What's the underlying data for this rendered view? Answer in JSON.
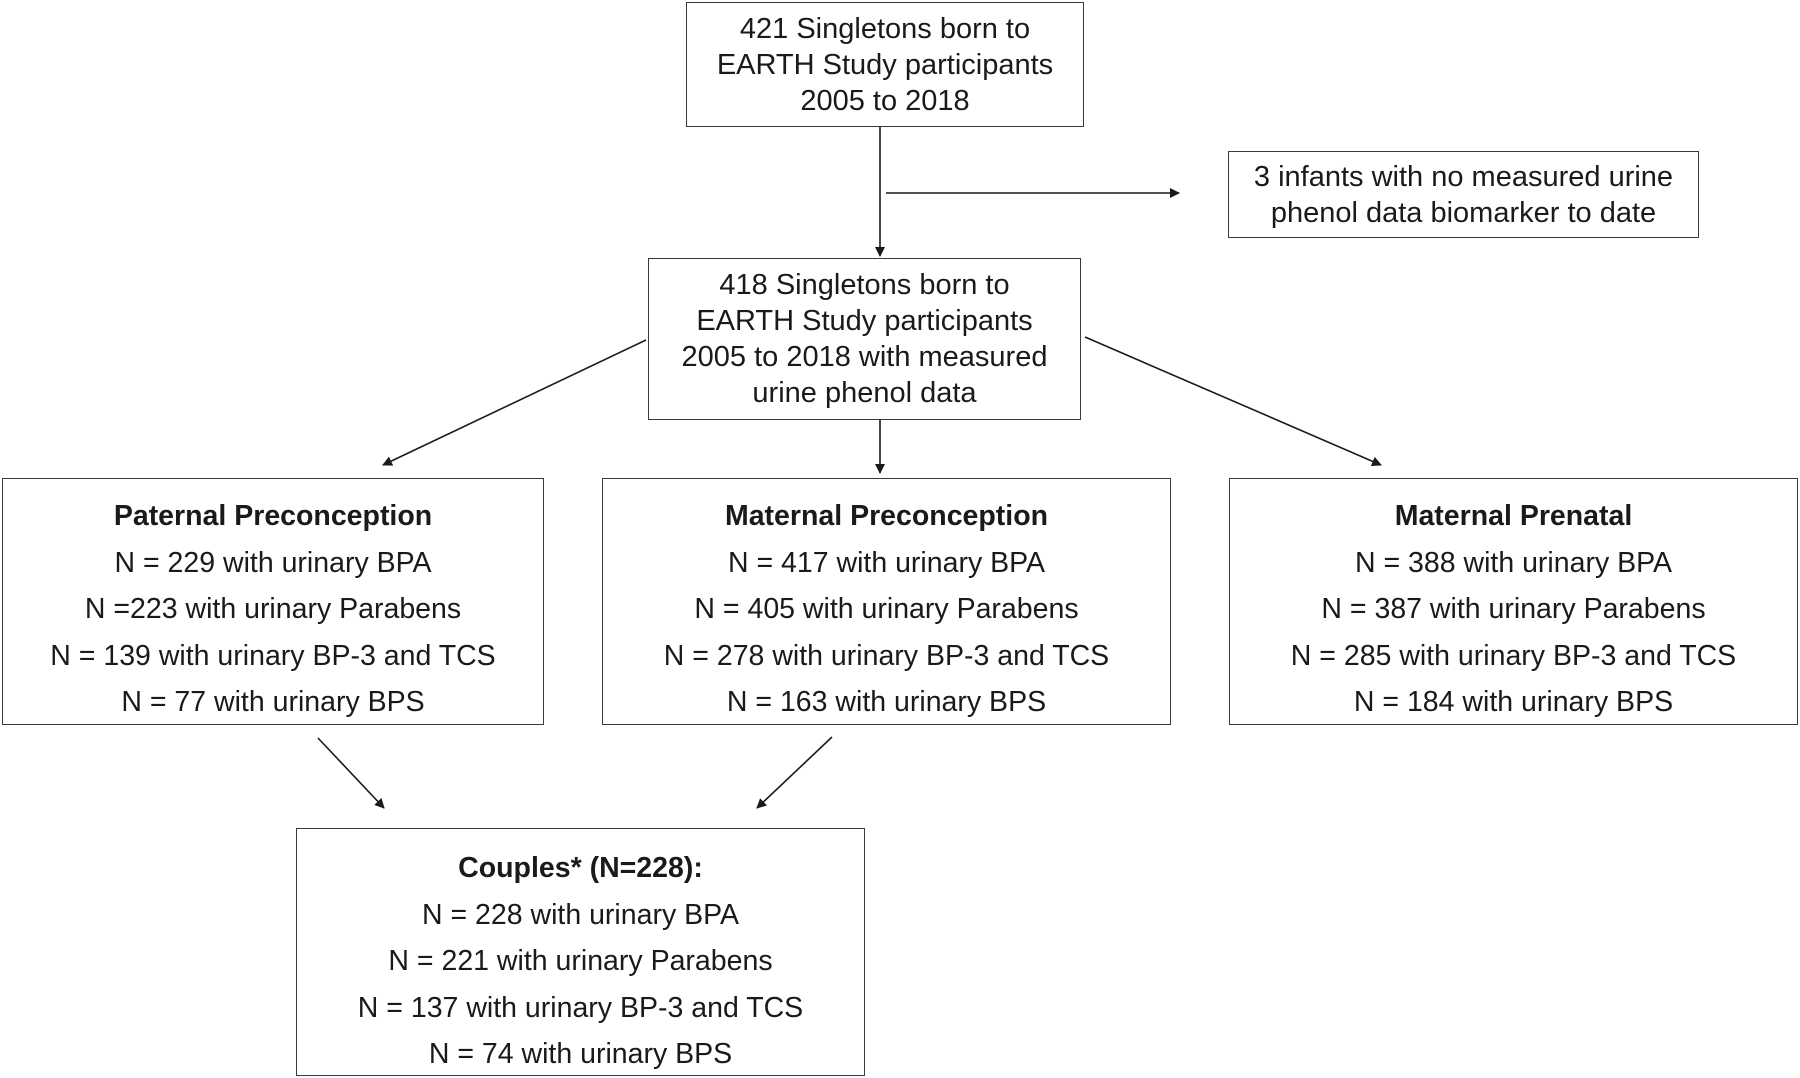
{
  "diagram": {
    "total": {
      "lines": [
        "421 Singletons born to",
        "EARTH Study participants",
        "2005 to 2018"
      ]
    },
    "excluded": {
      "lines": [
        "3 infants with no measured urine",
        "phenol data biomarker to date"
      ]
    },
    "measured": {
      "lines": [
        "418 Singletons born to",
        "EARTH Study participants",
        "2005 to 2018 with measured",
        "urine phenol data"
      ]
    },
    "paternal": {
      "heading": "Paternal Preconception",
      "lines": [
        "N = 229 with urinary BPA",
        "N =223 with urinary Parabens",
        "N = 139 with urinary BP-3 and TCS",
        "N = 77 with urinary BPS"
      ]
    },
    "maternal_preconception": {
      "heading": "Maternal Preconception",
      "lines": [
        "N = 417 with urinary BPA",
        "N = 405 with urinary Parabens",
        "N = 278 with urinary BP-3 and TCS",
        "N = 163 with urinary BPS"
      ]
    },
    "maternal_prenatal": {
      "heading": "Maternal Prenatal",
      "lines": [
        "N = 388 with urinary BPA",
        "N = 387 with urinary Parabens",
        "N = 285 with urinary BP-3 and TCS",
        "N = 184 with urinary BPS"
      ]
    },
    "couples": {
      "heading": "Couples* (N=228):",
      "lines": [
        "N = 228 with urinary BPA",
        "N = 221 with urinary Parabens",
        "N = 137 with urinary BP-3 and TCS",
        "N = 74 with urinary BPS"
      ]
    }
  }
}
